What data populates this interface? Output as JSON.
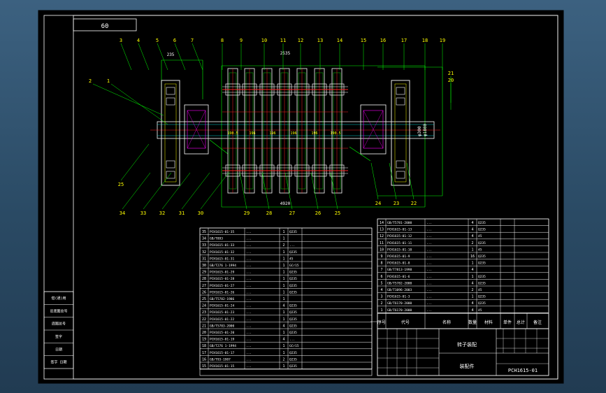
{
  "drawing": {
    "scale_label": "60",
    "part_numbers_top": [
      "3",
      "4",
      "5",
      "6",
      "7",
      "8",
      "9",
      "10",
      "11",
      "12",
      "13",
      "14",
      "15",
      "16",
      "17",
      "18",
      "19",
      "20",
      "21"
    ],
    "part_numbers_left": [
      "2",
      "1"
    ],
    "part_numbers_bottom": [
      "25",
      "34",
      "33",
      "32",
      "31",
      "30",
      "29",
      "28",
      "27",
      "26",
      "25",
      "24",
      "23",
      "22"
    ],
    "dimension_top_left": "235",
    "dimension_top_mid": "2535",
    "dimension_bottom": "4920",
    "shaft_dims": [
      "190.5",
      "196",
      "196",
      "196",
      "196",
      "190.5"
    ],
    "right_dims": [
      "φ300",
      "φ1800"
    ]
  },
  "colors": {
    "background": "#3c6180",
    "sheet": "#000000",
    "lines": "#ffffff",
    "yellow": "#ffff00",
    "green": "#00ff00",
    "red": "#ff2020",
    "cyan": "#00ffff",
    "magenta": "#ff00ff"
  },
  "bom_left": [
    [
      "35",
      "PCH1615-01-35",
      "...",
      "1",
      "Q235",
      ""
    ],
    [
      "34",
      "GB/T893",
      "...",
      "1",
      "",
      ""
    ],
    [
      "33",
      "PCH1615-01-33",
      "...",
      "2",
      "...",
      "..."
    ],
    [
      "32",
      "PCH1615-01-32",
      "...",
      "1",
      "Q235",
      ""
    ],
    [
      "31",
      "PCH1615-01-31",
      "...",
      "1",
      "45",
      ""
    ],
    [
      "30",
      "GB/T276 1-1994",
      "...",
      "1",
      "GCr15",
      ""
    ],
    [
      "29",
      "PCH1615-01-29",
      "...",
      "1",
      "Q235",
      ""
    ],
    [
      "28",
      "PCH1615-01-28",
      "...",
      "1",
      "Q235",
      ""
    ],
    [
      "27",
      "PCH1615-01-27",
      "...",
      "1",
      "Q235",
      ""
    ],
    [
      "26",
      "PCH1615-01-26",
      "...",
      "1",
      "Q235",
      ""
    ],
    [
      "25",
      "GB/T5782-1986",
      "...",
      "1",
      "",
      ""
    ],
    [
      "24",
      "PCH1615-01-24",
      "...",
      "4",
      "Q235",
      ""
    ],
    [
      "23",
      "PCH1615-01-23",
      "...",
      "1",
      "Q235",
      ""
    ],
    [
      "22",
      "PCH1615-01-22",
      "...",
      "1",
      "Q235",
      ""
    ],
    [
      "21",
      "GB/T5783-2000",
      "...",
      "4",
      "Q235",
      ""
    ],
    [
      "20",
      "PCH1615-01-20",
      "...",
      "1",
      "Q235",
      ""
    ],
    [
      "19",
      "PCH1615-01-19",
      "...",
      "4",
      "...",
      "..."
    ],
    [
      "18",
      "GB/T276 1-1994",
      "...",
      "1",
      "GCr15",
      ""
    ],
    [
      "17",
      "PCH1615-01-17",
      "...",
      "1",
      "Q235",
      ""
    ],
    [
      "16",
      "GB/T93-1987",
      "...",
      "2",
      "Q235",
      ""
    ],
    [
      "15",
      "PCH1615-01-15",
      "...",
      "1",
      "Q235",
      ""
    ]
  ],
  "bom_right": [
    [
      "14",
      "GB/T5781-2000",
      "...",
      "4",
      "Q235",
      ""
    ],
    [
      "13",
      "PCH1615-01-13",
      "...",
      "4",
      "Q235",
      ""
    ],
    [
      "12",
      "PCH1615-01-12",
      "...",
      "4",
      "45",
      ""
    ],
    [
      "11",
      "PCH1615-01-11",
      "...",
      "2",
      "Q235",
      ""
    ],
    [
      "10",
      "PCH1615-01-10",
      "...",
      "1",
      "45",
      ""
    ],
    [
      "9",
      "PCH1615-01-9",
      "...",
      "16",
      "Q235",
      ""
    ],
    [
      "8",
      "PCH1615-01-8",
      "...",
      "1",
      "Q235",
      ""
    ],
    [
      "7",
      "GB/T7813-1998",
      "...",
      "4",
      "",
      ""
    ],
    [
      "6",
      "PCH1615-01-6",
      "...",
      "1",
      "Q235",
      ""
    ],
    [
      "5",
      "GB/T5782-2000",
      "...",
      "4",
      "Q235",
      ""
    ],
    [
      "4",
      "GB/T1096-2003",
      "...",
      "2",
      "45",
      ""
    ],
    [
      "3",
      "PCH1615-01-3",
      "...",
      "1",
      "Q235",
      ""
    ],
    [
      "2",
      "GB/T6170-2000",
      "...",
      "4",
      "Q235",
      ""
    ],
    [
      "1",
      "GB/T6170-2000",
      "...",
      "4",
      "45",
      ""
    ]
  ],
  "bom_header": [
    "序号",
    "代号",
    "名称",
    "数量",
    "材料",
    "单件",
    "总计",
    "备注"
  ],
  "title_block": {
    "drawing_name": "转子装配",
    "drawing_number": "PCH1615-01",
    "assembly_label": "装配件"
  },
  "left_strip": [
    "借(通)用",
    "旧底图总号",
    "底图总号",
    "签字",
    "日期",
    "签字 日期"
  ]
}
